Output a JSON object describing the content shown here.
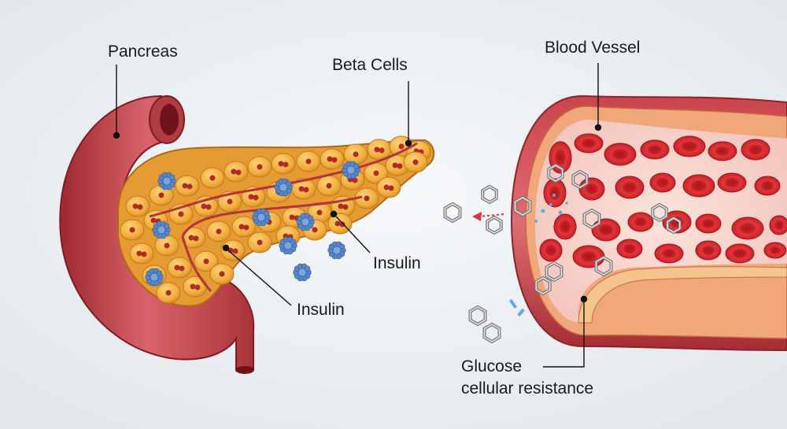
{
  "labels": {
    "pancreas": "Pancreas",
    "beta_cells": "Beta Cells",
    "insulin_right": "Insulin",
    "insulin_bottom": "Insulin",
    "blood_vessel": "Blood Vessel",
    "glucose": "Glucose",
    "resistance": "cellular resistance"
  },
  "colors": {
    "tissue": "#c8474d",
    "tissue_dark": "#8e2329",
    "cell_fill": "#f4b53f",
    "nucleus": "#b32a22",
    "insulin": "#5a86c8",
    "rbc": "#d8252b",
    "glucose_ring": "#9a9a9a"
  },
  "icons": {
    "insulin_molecule": "insulin-molecule-icon",
    "glucose_molecule": "glucose-hexagon-icon",
    "arrow": "red-arrow-icon"
  }
}
